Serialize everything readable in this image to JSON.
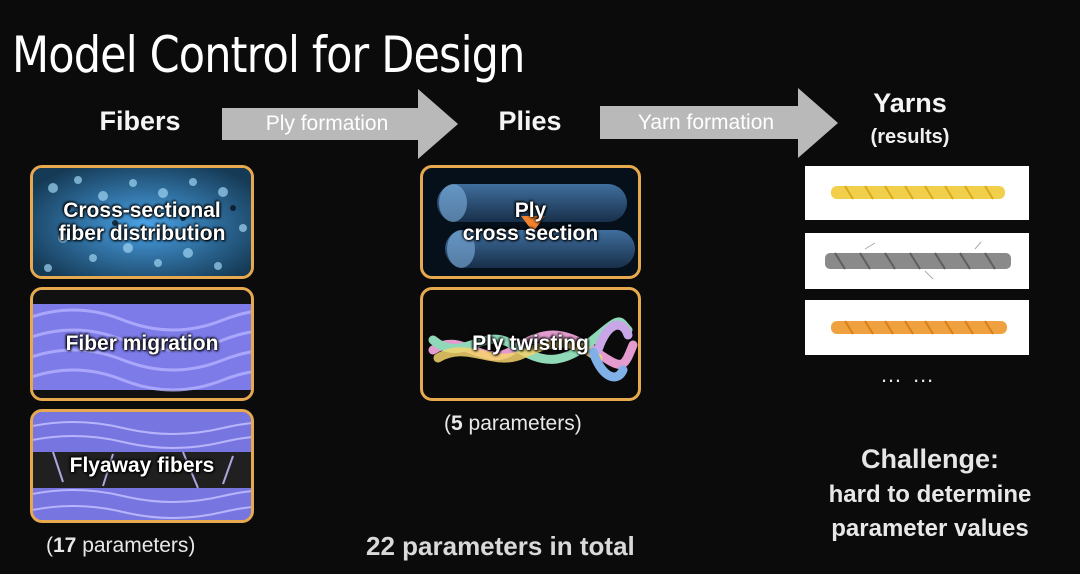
{
  "slide": {
    "title": "Model Control for Design"
  },
  "headers": {
    "fibers": "Fibers",
    "plies": "Plies",
    "yarns": "Yarns",
    "yarns_sub": "(results)"
  },
  "arrows": {
    "ply_formation": "Ply formation",
    "yarn_formation": "Yarn formation"
  },
  "fiber_panels": [
    {
      "label": "Cross-sectional fiber distribution"
    },
    {
      "label": "Fiber migration"
    },
    {
      "label": "Flyaway fibers"
    }
  ],
  "ply_panels": [
    {
      "label_line1": "Ply",
      "label_line2": "cross section"
    },
    {
      "label": "Ply twisting"
    }
  ],
  "param_notes": {
    "fibers_open": "(",
    "fibers_count": "17",
    "fibers_rest": " parameters)",
    "plies_open": "(",
    "plies_count": "5",
    "plies_rest": " parameters)",
    "total": "22 parameters in total"
  },
  "yarns": {
    "ellipsis": "… …",
    "swatch_colors": [
      "#f2cf4a",
      "#8a8a8a",
      "#f0a13f"
    ]
  },
  "challenge": {
    "heading": "Challenge:",
    "line1": "hard to determine",
    "line2": "parameter values"
  },
  "colors": {
    "panel_border": "#e7a94f",
    "arrow_fill": "#c9c9c9",
    "fiber_blue": "#7d7be8"
  }
}
